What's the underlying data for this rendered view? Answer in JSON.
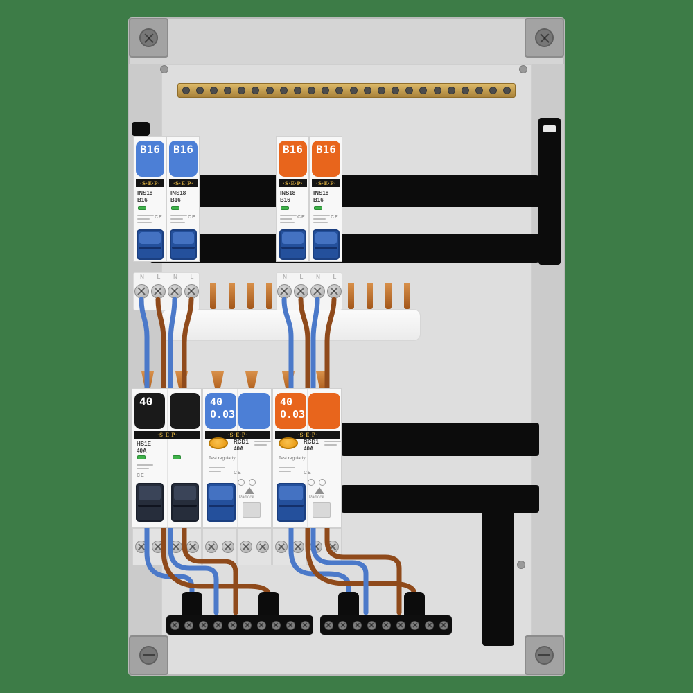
{
  "colors": {
    "background": "#3d7c47",
    "blue_accent": "#4c7fd6",
    "orange_accent": "#e8651c",
    "black_accent": "#1a1a1a",
    "wire_blue": "#4b79c9",
    "wire_brown": "#8f4a1b",
    "brass": "#c9a455",
    "led_green": "#3fb24a",
    "test_button_yellow": "#f0a81e"
  },
  "brand": "·S·E·P·",
  "hardware": {
    "earth_bar_screws": 24,
    "left_terminal_strip_screws": 10,
    "right_terminal_strip_screws": 9
  },
  "top_row": {
    "ce_mark": "CE",
    "terminal_letters": [
      "N",
      "L",
      "N",
      "L"
    ],
    "breakers": [
      {
        "rating_label": "B16",
        "series": "INS18",
        "type_line": "B16",
        "color": "blue"
      },
      {
        "rating_label": "B16",
        "series": "INS18",
        "type_line": "B16",
        "color": "blue"
      },
      {
        "rating_label": "B16",
        "series": "INS18",
        "type_line": "B16",
        "color": "orange"
      },
      {
        "rating_label": "B16",
        "series": "INS18",
        "type_line": "B16",
        "color": "orange"
      }
    ]
  },
  "bottom_row": {
    "ce_mark": "CE",
    "main_switch": {
      "rating_label": "40",
      "series": "HS1E",
      "rating": "40A",
      "color": "black"
    },
    "rcds": [
      {
        "rating_label": "40",
        "sensitivity_label": "0.03",
        "series": "RCD1",
        "rating": "40A",
        "test_text": "Test regularly",
        "padlock_text": "Padlock",
        "color": "blue"
      },
      {
        "rating_label": "40",
        "sensitivity_label": "0.03",
        "series": "RCD1",
        "rating": "40A",
        "test_text": "Test regularly",
        "padlock_text": "Padlock",
        "color": "orange"
      }
    ]
  }
}
